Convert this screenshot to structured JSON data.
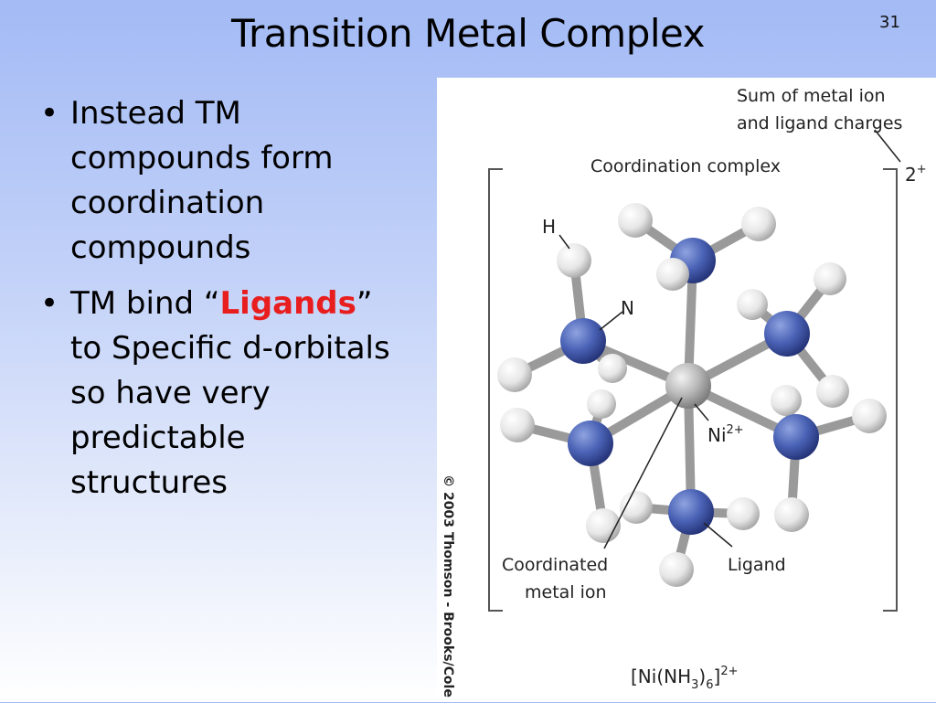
{
  "slide": {
    "title": "Transition Metal Complex",
    "number": "31"
  },
  "bullets": [
    {
      "text": "Instead TM compounds form coordination compounds"
    },
    {
      "before": "TM bind “",
      "highlight": "Ligands",
      "after": "” to Specific d-orbitals so have very predictable structures"
    }
  ],
  "bullet_glyph": "•",
  "figure": {
    "sum_label_line1": "Sum of metal ion",
    "sum_label_line2": "and ligand charges",
    "complex_label": "Coordination complex",
    "charge_label": "2",
    "charge_sup": "+",
    "h_label": "H",
    "n_label": "N",
    "ni_label": "Ni",
    "ni_sup": "2+",
    "coordinated_line1": "Coordinated",
    "coordinated_line2": "metal ion",
    "ligand_label": "Ligand",
    "formula_main": "[Ni(NH",
    "formula_sub3": "3",
    "formula_mid": ")",
    "formula_sub6": "6",
    "formula_end": "]",
    "formula_sup": "2+",
    "copyright": "© 2003 Thomson - Brooks/Cole",
    "colors": {
      "nitrogen": "#4a62b5",
      "nickel": "#a8a8a8",
      "hydrogen": "#ececec",
      "bond": "#9a9a9a"
    }
  }
}
